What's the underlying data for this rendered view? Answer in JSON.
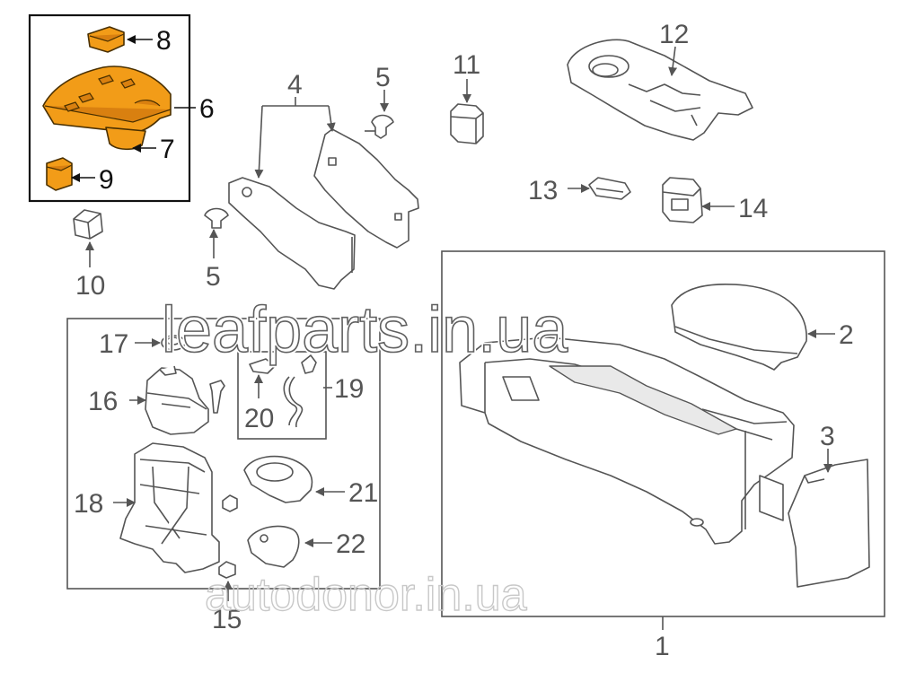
{
  "diagram": {
    "callouts": {
      "c1": "1",
      "c2": "2",
      "c3": "3",
      "c4": "4",
      "c5a": "5",
      "c5b": "5",
      "c6": "6",
      "c7": "7",
      "c8": "8",
      "c9": "9",
      "c10": "10",
      "c11": "11",
      "c12": "12",
      "c13": "13",
      "c14": "14",
      "c15": "15",
      "c16": "16",
      "c17": "17",
      "c18": "18",
      "c19": "19",
      "c20": "20",
      "c21": "21",
      "c22": "22"
    },
    "highlight_color": "#f29c18",
    "line_color": "#555555"
  },
  "watermarks": {
    "main": "leafparts.in.ua",
    "bottom": "autodonor.in.ua"
  }
}
